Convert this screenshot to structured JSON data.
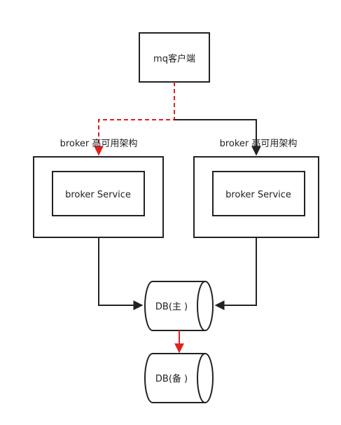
{
  "diagram": {
    "client": {
      "label": "mq客户端"
    },
    "brokers": [
      {
        "group_label": "broker 高可用架构",
        "service_label": "broker Service"
      },
      {
        "group_label": "broker 高可用架构",
        "service_label": "broker Service"
      }
    ],
    "databases": [
      {
        "label": "DB(主 )"
      },
      {
        "label": "DB(备 )"
      }
    ],
    "colors": {
      "line": "#222222",
      "active_route": "#e02020"
    }
  }
}
